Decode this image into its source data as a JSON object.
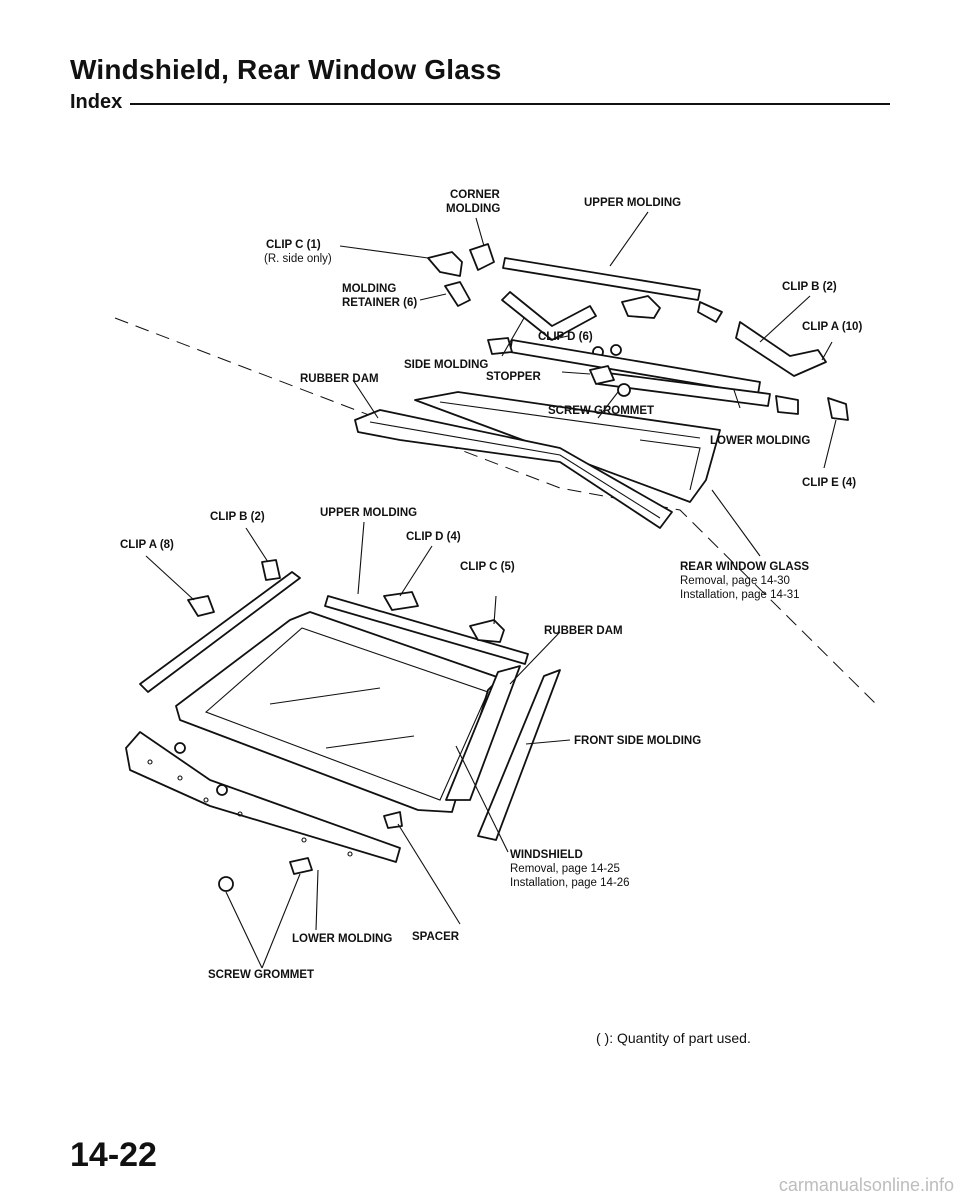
{
  "header": {
    "title": "Windshield, Rear Window Glass",
    "section": "Index"
  },
  "diagram": {
    "labels": {
      "corner_molding_1": "CORNER",
      "corner_molding_2": "MOLDING",
      "upper_molding_rear": "UPPER MOLDING",
      "clip_c_rear": "CLIP C (1)",
      "clip_c_rear_note": "(R. side only)",
      "molding_retainer_1": "MOLDING",
      "molding_retainer_2": "RETAINER (6)",
      "clip_b_rear": "CLIP B (2)",
      "clip_a_rear": "CLIP A (10)",
      "clip_d_rear": "CLIP D (6)",
      "side_molding": "SIDE MOLDING",
      "rubber_dam_rear": "RUBBER DAM",
      "stopper": "STOPPER",
      "screw_grommet_rear": "SCREW GROMMET",
      "lower_molding_rear": "LOWER MOLDING",
      "clip_e_rear": "CLIP E (4)",
      "clip_b_front": "CLIP B (2)",
      "upper_molding_front": "UPPER MOLDING",
      "clip_a_front": "CLIP A (8)",
      "clip_d_front": "CLIP D (4)",
      "clip_c_front": "CLIP C (5)",
      "rear_window_glass": "REAR WINDOW GLASS",
      "rear_removal": "Removal, page 14-30",
      "rear_installation": "Installation, page 14-31",
      "rubber_dam_front": "RUBBER DAM",
      "front_side_molding": "FRONT SIDE MOLDING",
      "windshield": "WINDSHIELD",
      "ws_removal": "Removal, page 14-25",
      "ws_installation": "Installation, page 14-26",
      "lower_molding_front": "LOWER MOLDING",
      "spacer": "SPACER",
      "screw_grommet_front": "SCREW GROMMET"
    }
  },
  "legend": "(     ): Quantity of part used.",
  "footer": {
    "page_number": "14-22",
    "site": "carmanualsonline.info"
  }
}
